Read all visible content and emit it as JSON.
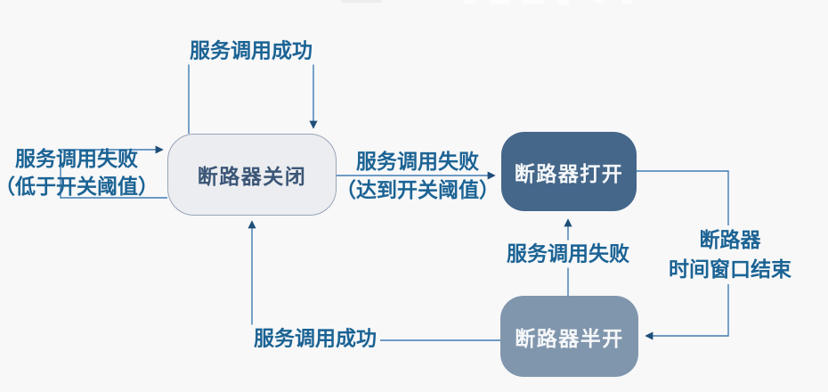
{
  "diagram": {
    "states": {
      "closed": {
        "label": "断路器关闭",
        "fill": "#ecedf0",
        "border_color": "#97a5b6",
        "text_color": "#3b5677"
      },
      "open": {
        "label": "断路器打开",
        "fill": "#44678a",
        "text_color": "#f5f7f9"
      },
      "half_open": {
        "label": "断路器半开",
        "fill": "#8096ad",
        "text_color": "#f5f7f9"
      }
    },
    "transitions": {
      "success_keep_closed": {
        "label": "服务调用成功",
        "from": "断路器关闭",
        "to": "断路器关闭"
      },
      "fail_below_threshold": {
        "line1": "服务调用失败",
        "line2": "（低于开关阈值）",
        "from": "断路器关闭",
        "to": "断路器关闭"
      },
      "fail_reach_threshold": {
        "line1": "服务调用失败",
        "line2": "（达到开关阈值）",
        "from": "断路器关闭",
        "to": "断路器打开"
      },
      "time_window_end": {
        "line1": "断路器",
        "line2": "时间窗口结束",
        "from": "断路器打开",
        "to": "断路器半开"
      },
      "fail_reopen": {
        "label": "服务调用失败",
        "from": "断路器半开",
        "to": "断路器打开"
      },
      "success_close": {
        "label": "服务调用成功",
        "from": "断路器半开",
        "to": "断路器关闭"
      }
    },
    "colors": {
      "background": "#f8f8f9",
      "line": "#3f7cb4",
      "arrowhead": "#1f4e79",
      "label_text": "#1b6394"
    }
  }
}
